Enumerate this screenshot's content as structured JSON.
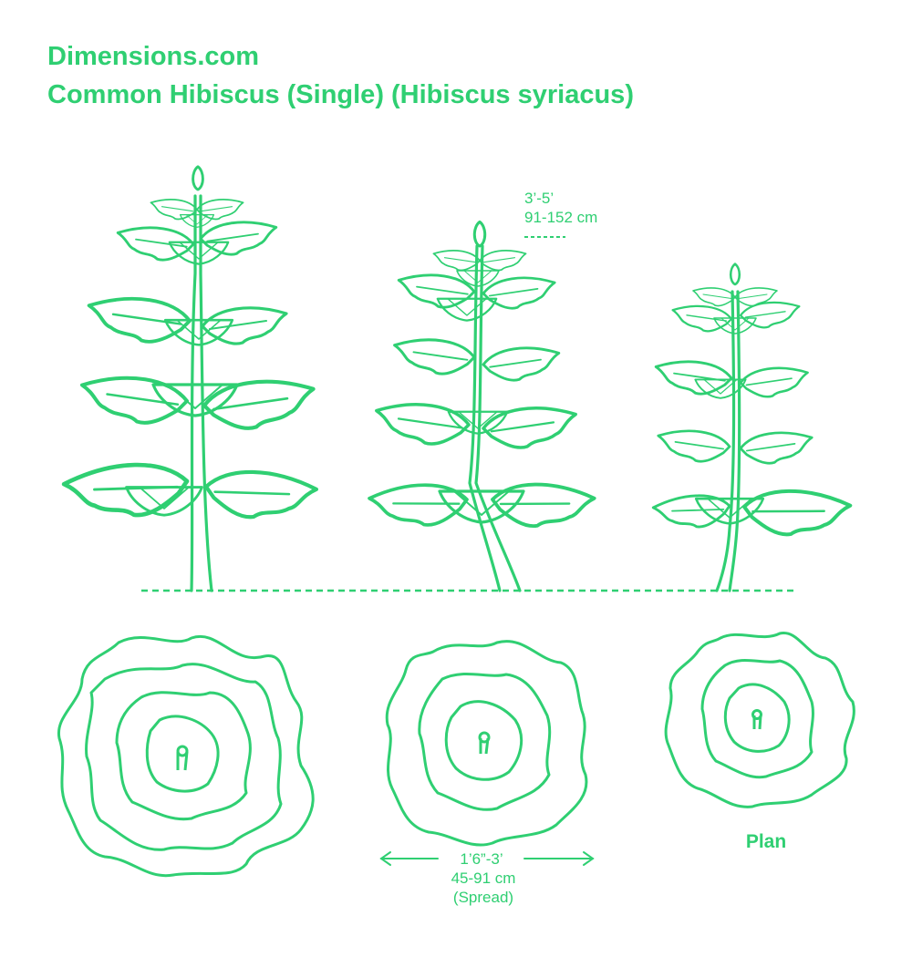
{
  "header": {
    "site": "Dimensions.com",
    "title": "Common Hibiscus (Single) (Hibiscus syriacus)"
  },
  "height_dimension": {
    "imperial": "3’-5’",
    "metric": "91-152 cm"
  },
  "spread_dimension": {
    "imperial": "1’6”-3’",
    "metric": "45-91 cm",
    "note": "(Spread)"
  },
  "plan_label": "Plan",
  "colors": {
    "line": "#2fcf72",
    "background": "#ffffff"
  },
  "icons": [
    "arrow-left-icon",
    "arrow-right-icon"
  ]
}
